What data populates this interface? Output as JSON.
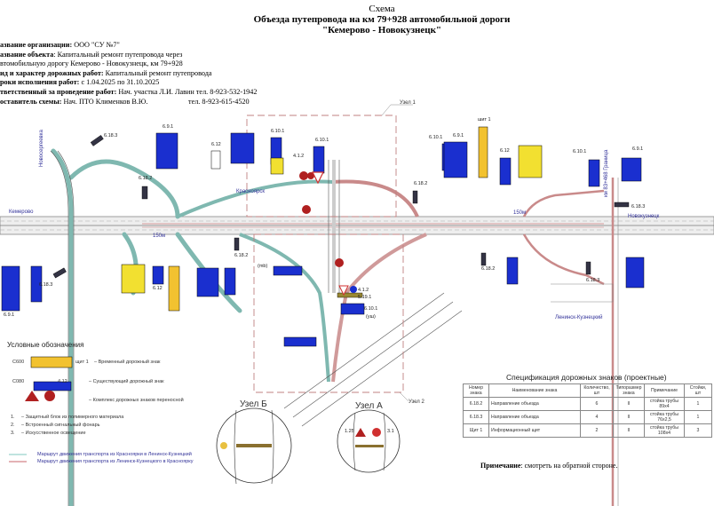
{
  "header": {
    "line1": "Схема",
    "line2": "Объезда путепровода на км 79+928 автомобильной дороги",
    "line3": "\"Кемерово - Новокузнецк\""
  },
  "info": {
    "org_label": "азвание организации:",
    "org_value": " ООО \"СУ №7\"",
    "object_label": "азвание объекта",
    "object_value": ": Капитальный ремонт путепровода через",
    "object_value2": "втомобильную дорогу Кемерово - Новокузнецк, км 79+928",
    "work_label": "ид и характер дорожных работ:",
    "work_value": " Капитальный ремонт путепровода",
    "term_label": "роки исполнения работ:",
    "term_value": " с 1.04.2025 по 31.10.2025",
    "resp_label": "тветственный за проведение работ:",
    "resp_value": " Нач. участка Л.И. Лавин тел. 8-923-532-1942",
    "author_label": "оставитель схемы:",
    "author_value": " Нач. ПТО Клименков В.Ю.",
    "author_tel": "тел. 8-923-615-4520"
  },
  "map_labels": {
    "kemerovo": "Кемерово",
    "novokuznetsk": "Новокузнецк",
    "krasnoyarsk": "Красноярск",
    "novosergeevka": "Новосергеевка",
    "leninsk": "Ленинск-Кузнецкий",
    "dist_left": "150м",
    "dist_right": "150м",
    "km": "км 83+468 Граница",
    "node1": "Узел 1",
    "node2": "Узел 2",
    "sign_codes": [
      "6.18.3",
      "6.9.1",
      "6.10.1",
      "6.12",
      "6.18.2",
      "6.10.1",
      "4.1.2",
      "6.18.2",
      "6.10.1",
      "6.12",
      "шит 1",
      "6.9.1",
      "6.10.1",
      "6.18.3",
      "6.9.1",
      "6.18.3",
      "6.18.2",
      "6.10.1",
      "6.12",
      "6.18.2",
      "4.1.2",
      "5.19.1",
      "6.18.3",
      "6.9.1"
    ],
    "marks": [
      "(уш)",
      "(mb)"
    ]
  },
  "legend": {
    "title": "Условные обозначения",
    "item1_code": "C600",
    "item1_label": "щит 1",
    "item1_desc": "– Временный дорожный знак",
    "item2_code": "C080",
    "item2_label": "4.12",
    "item2_desc": "– Существующий дорожный знак",
    "item3_desc": "– Комплекс дорожных знаков переносной",
    "n1": "1.",
    "n1_desc": "– Защитный блок из полимерного материала",
    "n2": "2.",
    "n2_desc": "– Встроенный сигнальный фонарь",
    "n3": "3.",
    "n3_desc": "– Искусственное освещение",
    "route1": "Маршрут движения транспорта из Красноярки в Ленинск-Кузнецкий",
    "route2": "Маршрут движения транспорта из Ленинск-Кузнецкого в Красноярку",
    "route1_color": "#7fc8bf",
    "route2_color": "#c9656b"
  },
  "nodes": {
    "b_title": "Узел Б",
    "a_title": "Узел А",
    "a_left": "1.25",
    "a_right": "3.1"
  },
  "spec": {
    "title": "Спецификация дорожных знаков (проектные)",
    "headers": [
      "Номер знака",
      "Наименование знака",
      "Количество, шт",
      "Типоразмер знака",
      "Примечание",
      "Стойки, шт"
    ],
    "rows": [
      [
        "6.18.2",
        "Направление объезда",
        "6",
        "II",
        "стойка трубы 89х4",
        "1"
      ],
      [
        "6.18.3",
        "Направление объезда",
        "4",
        "II",
        "стойка трубы 76х2,5",
        "1"
      ],
      [
        "Щит 1",
        "Информационный щит",
        "2",
        "II",
        "стойка трубы 108х4",
        "3"
      ]
    ]
  },
  "note": {
    "label": "Примечание",
    "text": ": смотреть на обратной стороне."
  },
  "colors": {
    "sign_blue": "#1a2fcf",
    "sign_yellow": "#f2c230",
    "road_gray": "#999999",
    "frame": "#cc6666"
  }
}
